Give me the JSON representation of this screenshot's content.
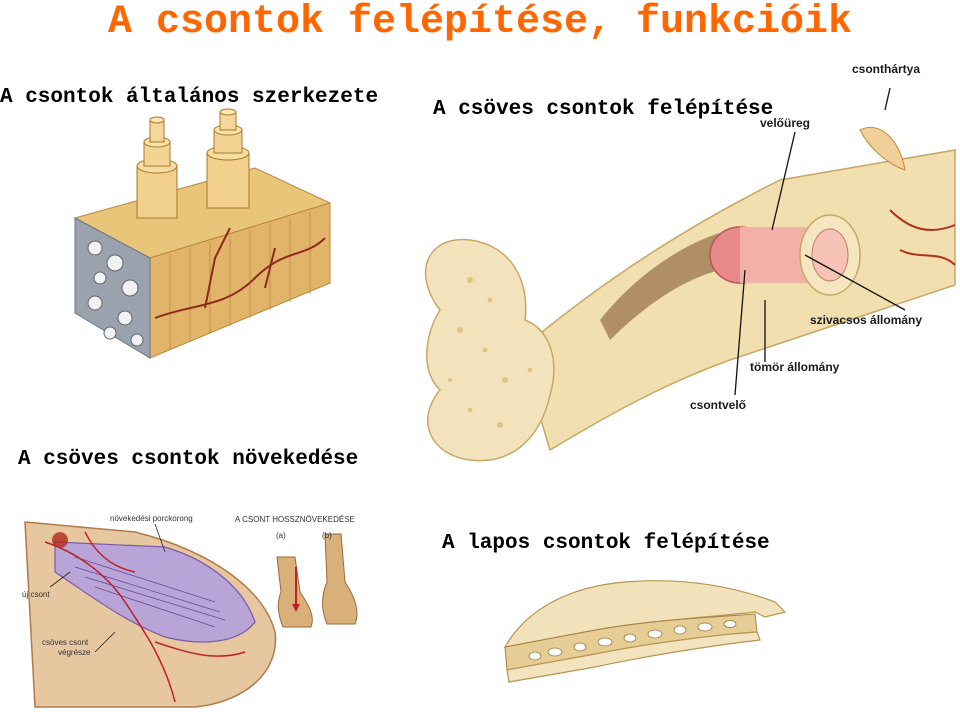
{
  "title": "A csontok felépítése, funkcióik",
  "sections": {
    "general": {
      "heading": "A csontok általános szerkezete"
    },
    "long_bone": {
      "heading": "A csöves csontok felépítése",
      "labels": {
        "periosteum": "csonthártya",
        "marrow_cavity": "velőüreg",
        "spongy": "szivacsos állomány",
        "compact": "tömör állomány",
        "marrow": "csontvelő"
      }
    },
    "growth": {
      "heading": "A csöves csontok növekedése",
      "labels": {
        "growth_plate": "növekedési porckorong",
        "longitudinal": "A CSONT HOSSZNÖVEKEDÉSE",
        "fig_a": "(a)",
        "fig_b": "(b)",
        "new_bone": "új csont",
        "bone_end_line1": "csöves csont",
        "bone_end_line2": "végrésze"
      }
    },
    "flat": {
      "heading": "A lapos csontok felépítése"
    }
  },
  "colors": {
    "title": "#ff6600",
    "bone": "#f3e3b8",
    "bone_dark": "#d8b26a",
    "marrow": "#e98a8a",
    "vessel": "#a0301e"
  }
}
